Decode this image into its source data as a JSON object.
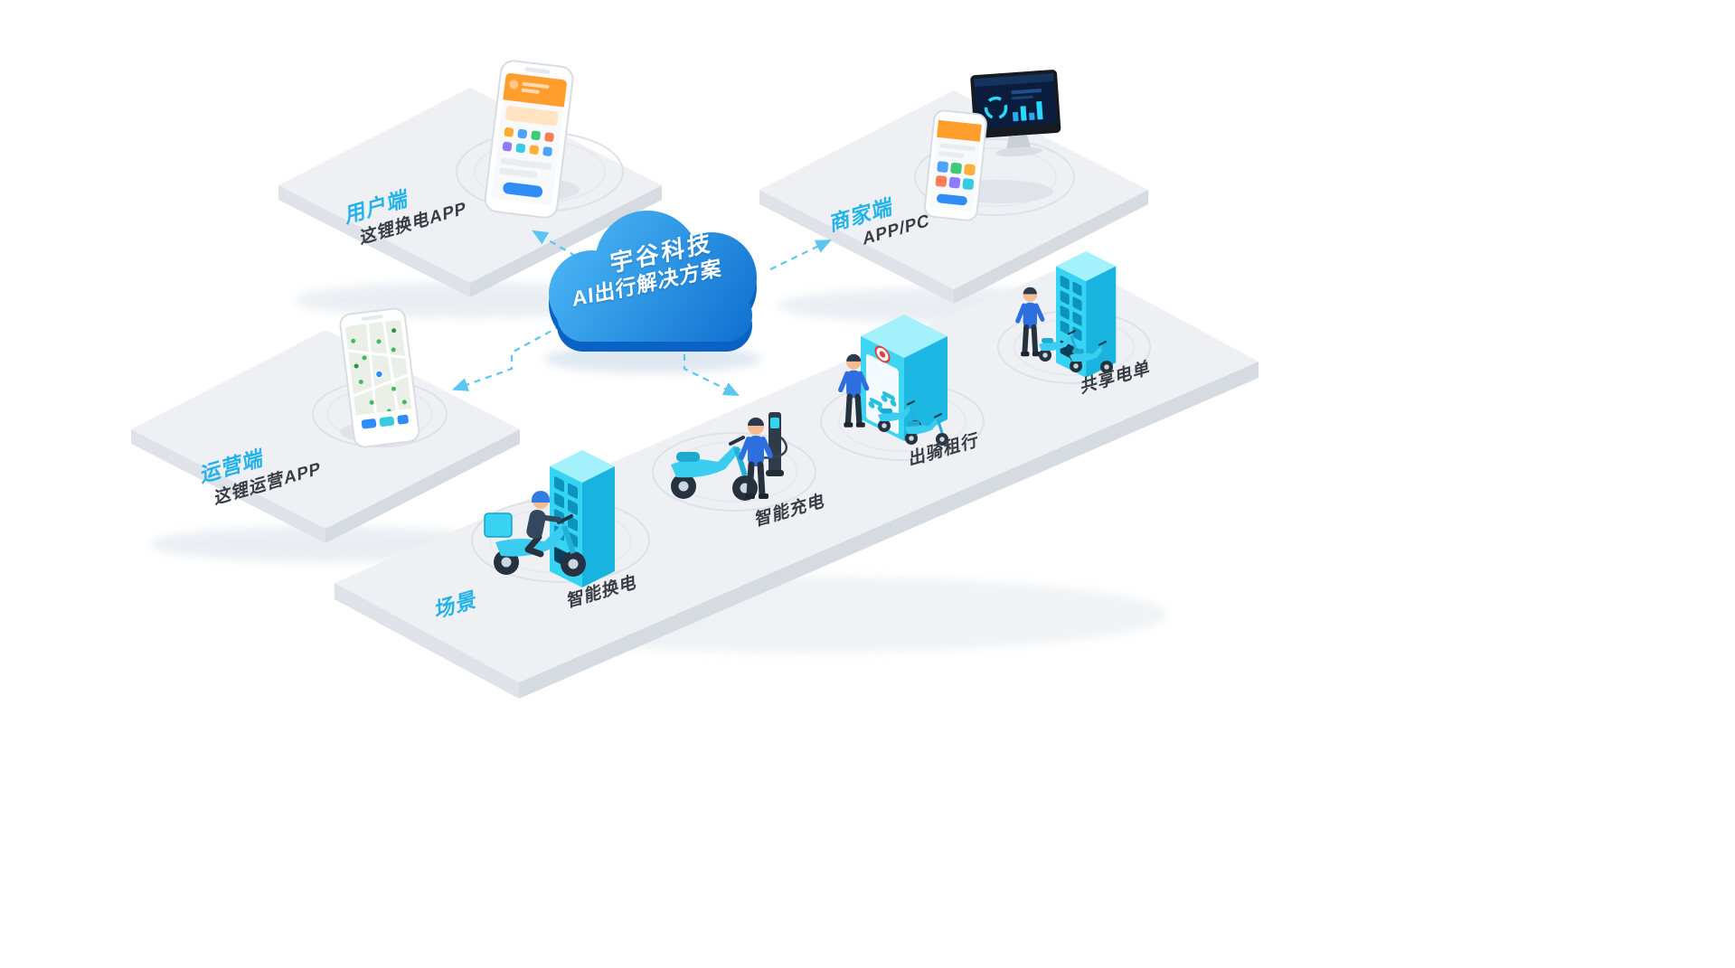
{
  "diagram": {
    "cloud": {
      "title": "宇谷科技",
      "subtitle": "AI出行解决方案"
    },
    "platform_user": {
      "label": "用户端",
      "caption": "这锂换电APP"
    },
    "platform_merchant": {
      "label": "商家端",
      "caption": "APP/PC"
    },
    "platform_operator": {
      "label": "运营端",
      "caption": "这锂运营APP"
    },
    "platform_scenes": {
      "label": "场景"
    },
    "scenes": [
      {
        "label": "智能换电"
      },
      {
        "label": "智能充电"
      },
      {
        "label": "出骑租行"
      },
      {
        "label": "共享电单"
      }
    ],
    "colors": {
      "accent_cyan": "#23b3e8",
      "cloud_blue_light": "#4cbaf6",
      "cloud_blue_dark": "#0e6fd0",
      "platform_gray": "#eef0f3",
      "device_cyan": "#36d4f3",
      "arrow_blue": "#5cc6f0",
      "text_dark": "#383d44",
      "app_orange": "#ff9e2c"
    }
  }
}
